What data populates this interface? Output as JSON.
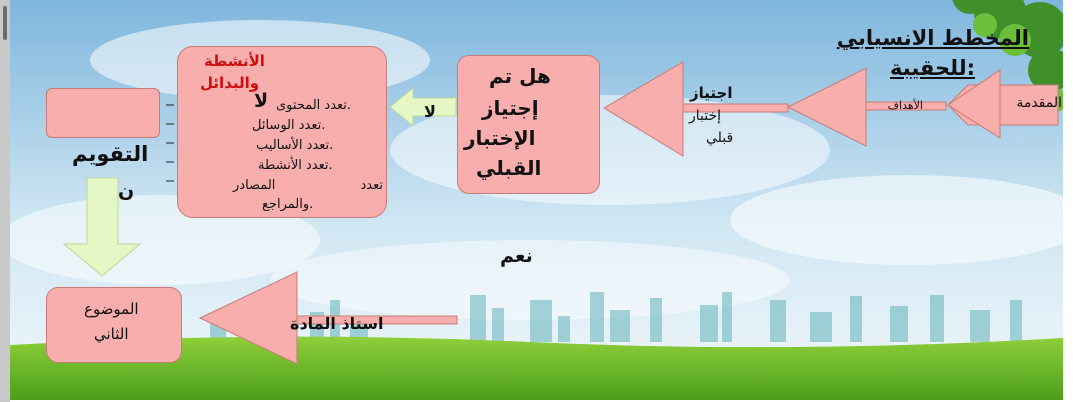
{
  "title": {
    "line1": "المخطط الانسيابي",
    "line2": ":للحقيبة"
  },
  "nodes": {
    "intro": "المقدمة",
    "objectives": "الأهداف",
    "pretest_line1": "اجتياز",
    "pretest_line2": "إختبار",
    "pretest_line3": "قبلي",
    "question_line1": "هل تم",
    "question_line2": "إجتياز",
    "question_line3": "الإختبار",
    "question_line4": "القبلي",
    "no_label": "لا",
    "activities_title_line1": "الأنشطة",
    "activities_title_line2": "والبدائل",
    "activities_no_overlay": "لا",
    "evaluation": "التقويم",
    "evaluation_fragment": "ن",
    "yes_label": "نعم",
    "teacher": "استاذ المادة",
    "second_topic_line1": "الموضوع",
    "second_topic_line2": "الثاني"
  },
  "activities_items": [
    ".تعدد المحتوى",
    ".تعدد الوسائل",
    ".تعدد الأساليب",
    ".تعدد الأنشطة",
    "تعدد المصادر",
    ".والمراجع"
  ],
  "colors": {
    "shape_fill": "#f8aeac",
    "shape_stroke": "#c87b78",
    "arrow_green": "#e4f7c4",
    "title_color": "#111111",
    "activities_title_color": "#d01010"
  }
}
